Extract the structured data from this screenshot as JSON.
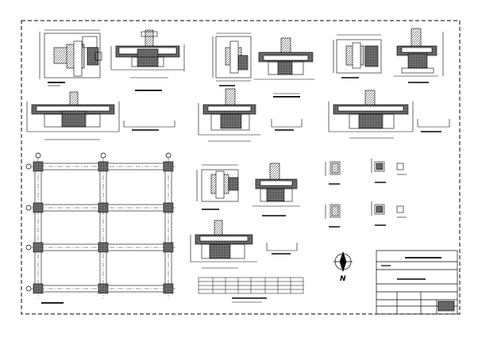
{
  "north_arrow": {
    "label": "N"
  },
  "grid_plan": {
    "columns": 3,
    "rows": 4
  },
  "legend_table": {
    "rows": 4,
    "cols": 8
  },
  "title_block": {
    "rows": 6
  },
  "sections": {
    "count": 12
  }
}
